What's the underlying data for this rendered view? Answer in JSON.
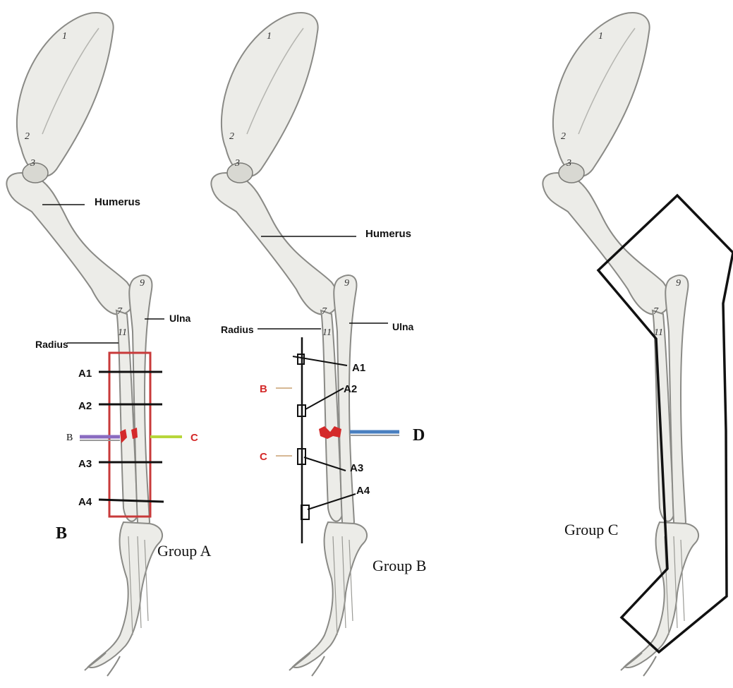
{
  "panels": [
    {
      "id": "group-a",
      "caption": "Group A",
      "corner_letter": "B",
      "labels": {
        "humerus": "Humerus",
        "ulna": "Ulna",
        "radius": "Radius"
      },
      "levels": [
        "A1",
        "A2",
        "A3",
        "A4"
      ],
      "left_marker": "B",
      "right_marker": "C"
    },
    {
      "id": "group-b",
      "caption": "Group B",
      "labels": {
        "humerus": "Humerus",
        "ulna": "Ulna",
        "radius": "Radius"
      },
      "levels": [
        "A1",
        "A2",
        "A3",
        "A4"
      ],
      "side_markers": [
        "B",
        "C"
      ],
      "defect_marker": "D"
    },
    {
      "id": "group-c",
      "caption": "Group C"
    }
  ],
  "bone_numbers": [
    "1",
    "2",
    "3",
    "7",
    "9",
    "11"
  ],
  "colors": {
    "frame_red": "#c83a3a",
    "marker_red": "#d42a2a",
    "marker_purple": "#8a6bc0",
    "marker_green": "#b7d63a",
    "marker_blue": "#4a7fc0",
    "ink": "#111111",
    "bone_fill": "#ecece8"
  }
}
